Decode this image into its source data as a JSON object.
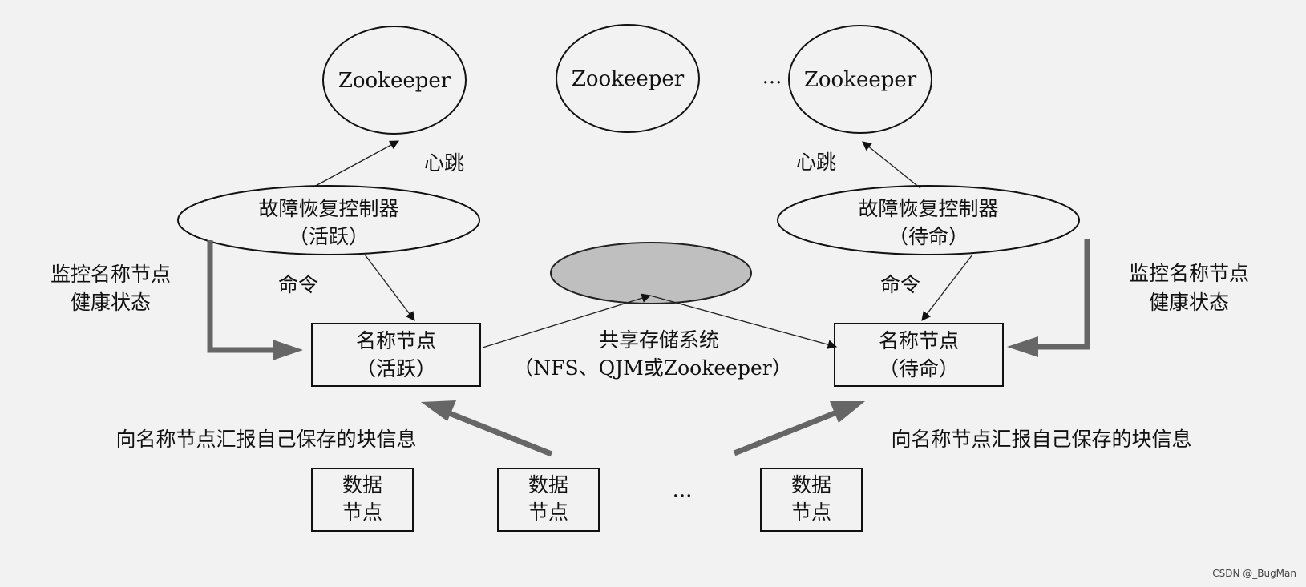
{
  "zookeeper": {
    "node_label": "Zookeeper",
    "ellipsis": "..."
  },
  "heartbeat": "心跳",
  "failover_controller": {
    "name": "故障恢复控制器",
    "active_state": "（活跃）",
    "standby_state": "（待命）"
  },
  "monitor_label": {
    "line1": "监控名称节点",
    "line2": "健康状态"
  },
  "command": "命令",
  "name_node": {
    "name": "名称节点",
    "active_state": "（活跃）",
    "standby_state": "（待命）"
  },
  "shared_storage": {
    "line1": "共享存储系统",
    "line2": "（NFS、QJM或Zookeeper）"
  },
  "report_label": "向名称节点汇报自己保存的块信息",
  "data_node": {
    "line1": "数据",
    "line2": "节点",
    "ellipsis": "..."
  },
  "watermark": "CSDN @_BugMan",
  "colors": {
    "background": "#f2f2f2",
    "storage_fill": "#bfbfbf",
    "thick_arrow": "#666666",
    "line": "#222222"
  }
}
